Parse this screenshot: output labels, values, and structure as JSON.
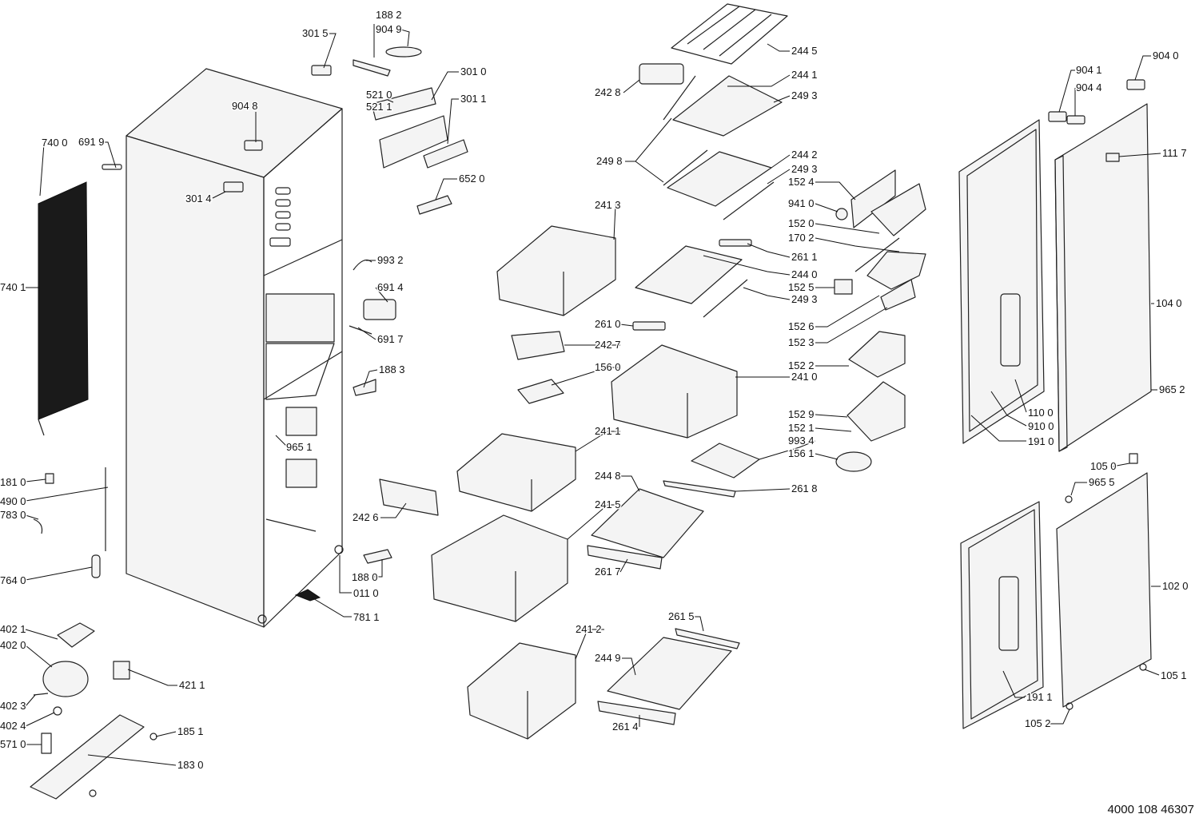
{
  "document_number": "4000 108 46307",
  "parts": [
    {
      "id": "p3015",
      "label": "301 5"
    },
    {
      "id": "p1882",
      "label": "188 2"
    },
    {
      "id": "p9049",
      "label": "904 9"
    },
    {
      "id": "p3010",
      "label": "301 0"
    },
    {
      "id": "p5210",
      "label": "521 0"
    },
    {
      "id": "p5211",
      "label": "521 1"
    },
    {
      "id": "p3011",
      "label": "301 1"
    },
    {
      "id": "p6520",
      "label": "652 0"
    },
    {
      "id": "p9048",
      "label": "904 8"
    },
    {
      "id": "p7400",
      "label": "740 0"
    },
    {
      "id": "p6919",
      "label": "691 9"
    },
    {
      "id": "p3014",
      "label": "301 4"
    },
    {
      "id": "p7401",
      "label": "740 1"
    },
    {
      "id": "p9932",
      "label": "993 2"
    },
    {
      "id": "p6914",
      "label": "691 4"
    },
    {
      "id": "p6917",
      "label": "691 7"
    },
    {
      "id": "p1883",
      "label": "188 3"
    },
    {
      "id": "p9651",
      "label": "965 1"
    },
    {
      "id": "p1810",
      "label": "181 0"
    },
    {
      "id": "p4900",
      "label": "490 0"
    },
    {
      "id": "p7830",
      "label": "783 0"
    },
    {
      "id": "p2426",
      "label": "242 6"
    },
    {
      "id": "p1880",
      "label": "188 0"
    },
    {
      "id": "p0110",
      "label": "011 0"
    },
    {
      "id": "p7640",
      "label": "764 0"
    },
    {
      "id": "p7811",
      "label": "781 1"
    },
    {
      "id": "p4021",
      "label": "402 1"
    },
    {
      "id": "p4020",
      "label": "402 0"
    },
    {
      "id": "p4211",
      "label": "421 1"
    },
    {
      "id": "p4023",
      "label": "402 3"
    },
    {
      "id": "p4024",
      "label": "402 4"
    },
    {
      "id": "p1851",
      "label": "185 1"
    },
    {
      "id": "p5710",
      "label": "571 0"
    },
    {
      "id": "p1830",
      "label": "183 0"
    },
    {
      "id": "p2445",
      "label": "244 5"
    },
    {
      "id": "p2428",
      "label": "242 8"
    },
    {
      "id": "p2441",
      "label": "244 1"
    },
    {
      "id": "p2493a",
      "label": "249 3"
    },
    {
      "id": "p2498",
      "label": "249 8"
    },
    {
      "id": "p2442",
      "label": "244 2"
    },
    {
      "id": "p2493b",
      "label": "249 3"
    },
    {
      "id": "p2413",
      "label": "241 3"
    },
    {
      "id": "p2611",
      "label": "261 1"
    },
    {
      "id": "p2440",
      "label": "244 0"
    },
    {
      "id": "p2493c",
      "label": "249 3"
    },
    {
      "id": "p2610",
      "label": "261 0"
    },
    {
      "id": "p2427",
      "label": "242 7"
    },
    {
      "id": "p1560",
      "label": "156 0"
    },
    {
      "id": "p2410",
      "label": "241 0"
    },
    {
      "id": "p2411",
      "label": "241 1"
    },
    {
      "id": "p2448",
      "label": "244 8"
    },
    {
      "id": "p2618",
      "label": "261 8"
    },
    {
      "id": "p2415",
      "label": "241 5"
    },
    {
      "id": "p2617",
      "label": "261 7"
    },
    {
      "id": "p2615",
      "label": "261 5"
    },
    {
      "id": "p2412",
      "label": "241 2"
    },
    {
      "id": "p2449",
      "label": "244 9"
    },
    {
      "id": "p2614",
      "label": "261 4"
    },
    {
      "id": "p1524",
      "label": "152 4"
    },
    {
      "id": "p9410",
      "label": "941 0"
    },
    {
      "id": "p1520",
      "label": "152 0"
    },
    {
      "id": "p1702",
      "label": "170 2"
    },
    {
      "id": "p1525",
      "label": "152 5"
    },
    {
      "id": "p1526",
      "label": "152 6"
    },
    {
      "id": "p1523",
      "label": "152 3"
    },
    {
      "id": "p1522",
      "label": "152 2"
    },
    {
      "id": "p1529",
      "label": "152 9"
    },
    {
      "id": "p1521",
      "label": "152 1"
    },
    {
      "id": "p9934",
      "label": "993 4"
    },
    {
      "id": "p1561",
      "label": "156 1"
    },
    {
      "id": "p9041",
      "label": "904 1"
    },
    {
      "id": "p9040",
      "label": "904 0"
    },
    {
      "id": "p9044",
      "label": "904 4"
    },
    {
      "id": "p1117",
      "label": "111 7"
    },
    {
      "id": "p1040",
      "label": "104 0"
    },
    {
      "id": "p9652",
      "label": "965 2"
    },
    {
      "id": "p1100",
      "label": "110 0"
    },
    {
      "id": "p9100",
      "label": "910 0"
    },
    {
      "id": "p1910",
      "label": "191 0"
    },
    {
      "id": "p1050",
      "label": "105 0"
    },
    {
      "id": "p9655",
      "label": "965 5"
    },
    {
      "id": "p1020",
      "label": "102 0"
    },
    {
      "id": "p1051",
      "label": "105 1"
    },
    {
      "id": "p1911",
      "label": "191 1"
    },
    {
      "id": "p1052",
      "label": "105 2"
    }
  ]
}
